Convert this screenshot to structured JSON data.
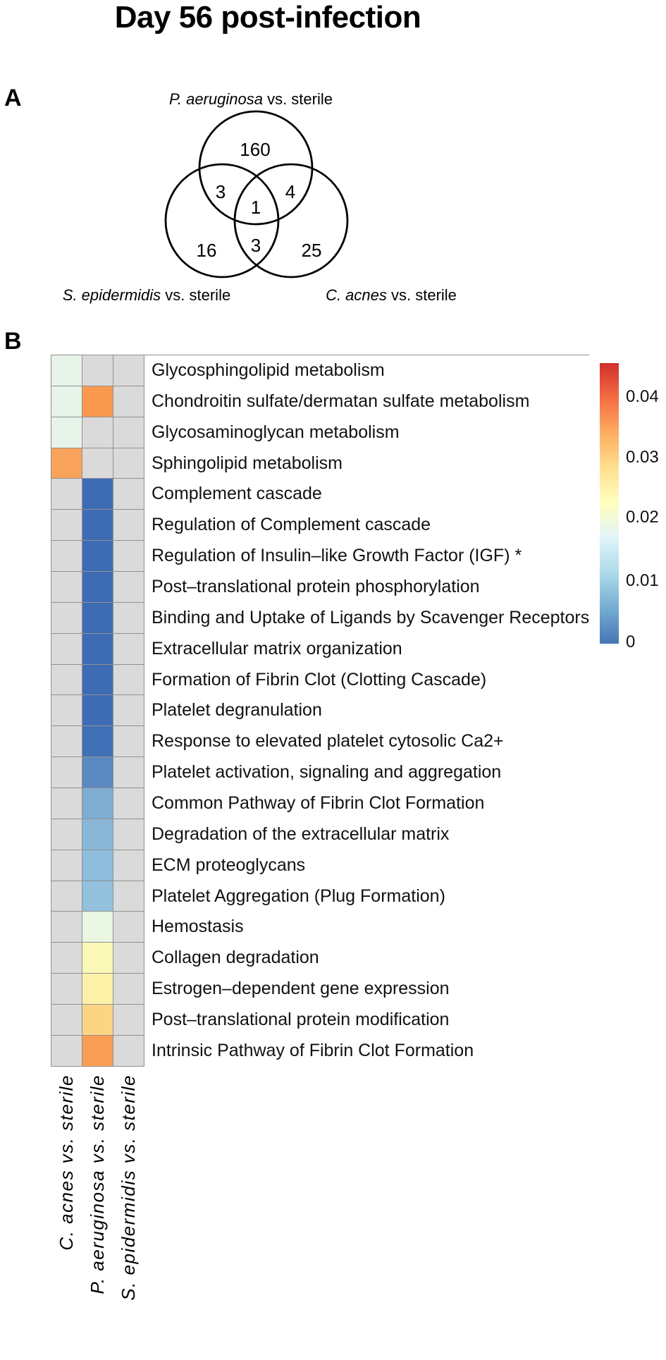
{
  "figure": {
    "title": "Day 56 post-infection",
    "panels": [
      {
        "label": "A"
      },
      {
        "label": "B"
      }
    ]
  },
  "chart_data": [
    {
      "type": "venn",
      "panel": "A",
      "sets": [
        {
          "species": "P. aeruginosa",
          "rest": " vs. sterile",
          "label": "P. aeruginosa vs. sterile",
          "position": "top"
        },
        {
          "species": "S. epidermidis",
          "rest": " vs. sterile",
          "label": "S. epidermidis vs. sterile",
          "position": "bottom-left"
        },
        {
          "species": "C. acnes",
          "rest": " vs. sterile",
          "label": "C. acnes vs. sterile",
          "position": "bottom-right"
        }
      ],
      "regions": [
        {
          "sets": [
            "P. aeruginosa vs. sterile"
          ],
          "value": 160
        },
        {
          "sets": [
            "P. aeruginosa vs. sterile",
            "S. epidermidis vs. sterile"
          ],
          "value": 3
        },
        {
          "sets": [
            "P. aeruginosa vs. sterile",
            "C. acnes vs. sterile"
          ],
          "value": 4
        },
        {
          "sets": [
            "P. aeruginosa vs. sterile",
            "S. epidermidis vs. sterile",
            "C. acnes vs. sterile"
          ],
          "value": 1
        },
        {
          "sets": [
            "S. epidermidis vs. sterile"
          ],
          "value": 16
        },
        {
          "sets": [
            "S. epidermidis vs. sterile",
            "C. acnes vs. sterile"
          ],
          "value": 3
        },
        {
          "sets": [
            "C. acnes vs. sterile"
          ],
          "value": 25
        }
      ]
    },
    {
      "type": "heatmap",
      "panel": "B",
      "columns": [
        "C. acnes vs. sterile",
        "P. aeruginosa vs. sterile",
        "S. epidermidis vs. sterile"
      ],
      "rows": [
        "Glycosphingolipid metabolism",
        "Chondroitin sulfate/dermatan sulfate metabolism",
        "Glycosaminoglycan metabolism",
        "Sphingolipid metabolism",
        "Complement cascade",
        "Regulation of Complement cascade",
        "Regulation of Insulin–like Growth Factor (IGF) *",
        "Post–translational protein phosphorylation",
        "Binding and Uptake of Ligands by Scavenger Receptors",
        "Extracellular matrix organization",
        "Formation of Fibrin Clot (Clotting Cascade)",
        "Platelet degranulation",
        "Response to elevated platelet cytosolic Ca2+",
        "Platelet activation, signaling and aggregation",
        "Common Pathway of Fibrin Clot Formation",
        "Degradation of the extracellular matrix",
        "ECM proteoglycans",
        "Platelet Aggregation (Plug Formation)",
        "Hemostasis",
        "Collagen degradation",
        "Estrogen–dependent gene expression",
        "Post–translational protein modification",
        "Intrinsic Pathway of Fibrin Clot Formation"
      ],
      "values": [
        [
          0.019,
          null,
          null
        ],
        [
          0.019,
          0.038,
          null
        ],
        [
          0.019,
          null,
          null
        ],
        [
          0.037,
          null,
          null
        ],
        [
          null,
          0.001,
          null
        ],
        [
          null,
          0.001,
          null
        ],
        [
          null,
          0.001,
          null
        ],
        [
          null,
          0.001,
          null
        ],
        [
          null,
          0.001,
          null
        ],
        [
          null,
          0.001,
          null
        ],
        [
          null,
          0.001,
          null
        ],
        [
          null,
          0.001,
          null
        ],
        [
          null,
          0.0015,
          null
        ],
        [
          null,
          0.004,
          null
        ],
        [
          null,
          0.007,
          null
        ],
        [
          null,
          0.008,
          null
        ],
        [
          null,
          0.0085,
          null
        ],
        [
          null,
          0.009,
          null
        ],
        [
          null,
          0.02,
          null
        ],
        [
          null,
          0.022,
          null
        ],
        [
          null,
          0.024,
          null
        ],
        [
          null,
          0.028,
          null
        ],
        [
          null,
          0.037,
          null
        ]
      ],
      "colors": [
        [
          "#e6f4e9",
          null,
          null
        ],
        [
          "#e6f4e9",
          "#f9994f",
          null
        ],
        [
          "#e6f4e9",
          null,
          null
        ],
        [
          "#f9a25b",
          null,
          null
        ],
        [
          null,
          "#3d6cb4",
          null
        ],
        [
          null,
          "#3d6cb4",
          null
        ],
        [
          null,
          "#3d6cb4",
          null
        ],
        [
          null,
          "#3d6cb4",
          null
        ],
        [
          null,
          "#3d6cb4",
          null
        ],
        [
          null,
          "#3d6cb4",
          null
        ],
        [
          null,
          "#3d6cb4",
          null
        ],
        [
          null,
          "#3d6cb4",
          null
        ],
        [
          null,
          "#4070b5",
          null
        ],
        [
          null,
          "#5b88c0",
          null
        ],
        [
          null,
          "#7fadd2",
          null
        ],
        [
          null,
          "#8ab6d8",
          null
        ],
        [
          null,
          "#8ebcdb",
          null
        ],
        [
          null,
          "#93c1de",
          null
        ],
        [
          null,
          "#e9f6e2",
          null
        ],
        [
          null,
          "#fbf9b7",
          null
        ],
        [
          null,
          "#fbf2a8",
          null
        ],
        [
          null,
          "#fbd584",
          null
        ],
        [
          null,
          "#f99e54",
          null
        ]
      ],
      "na_color": "#dadada",
      "cell_border_color": "#919191",
      "colorbar": {
        "min": 0,
        "max": 0.045,
        "ticks": [
          0.04,
          0.03,
          0.02,
          0.01,
          0
        ],
        "tick_labels": [
          "0.04",
          "0.03",
          "0.02",
          "0.01",
          "0"
        ],
        "gradient_top_to_bottom": [
          "#d0302a",
          "#f46d43",
          "#fdae61",
          "#fee090",
          "#ffffbf",
          "#e0f3f8",
          "#abd9e9",
          "#74add1",
          "#4575b4"
        ]
      }
    }
  ]
}
